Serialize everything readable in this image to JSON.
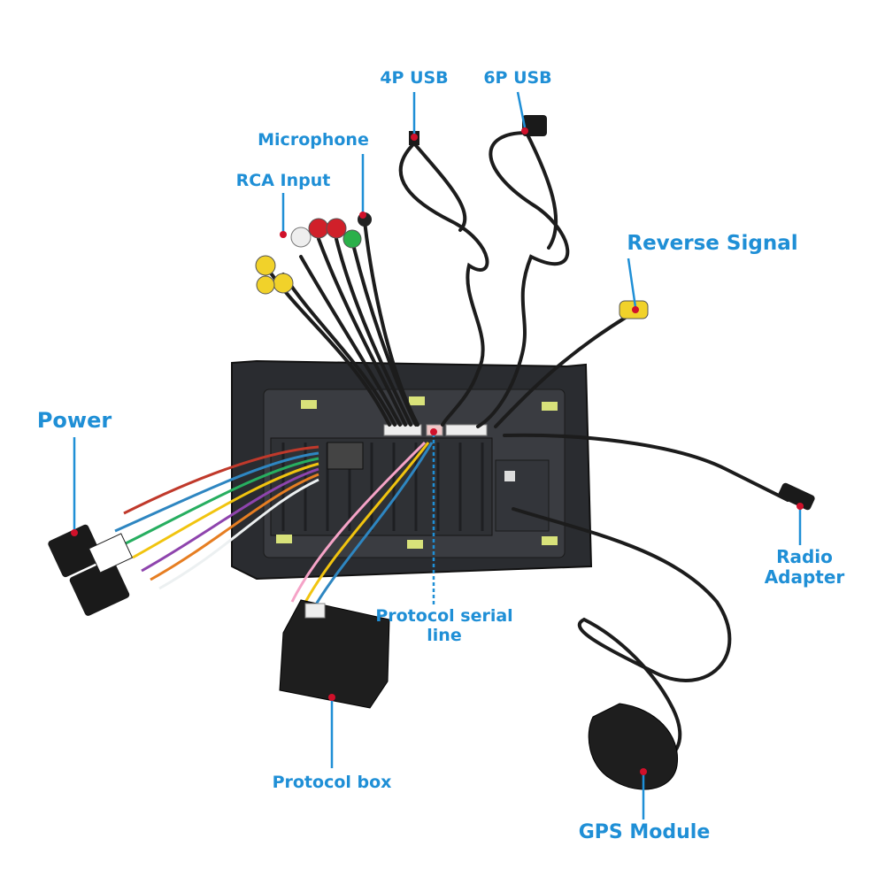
{
  "colors": {
    "label": "#1f8fd6",
    "marker": "#d0102a",
    "cable": "#1c1c1c",
    "unit": "#2a2c30"
  },
  "labels": {
    "usb4p": "4P USB",
    "usb6p": "6P USB",
    "microphone": "Microphone",
    "rca_input": "RCA Input",
    "reverse_signal": "Reverse Signal",
    "power": "Power",
    "radio_adapter_line1": "Radio",
    "radio_adapter_line2": "Adapter",
    "protocol_serial_line1": "Protocol serial",
    "protocol_serial_line2": "line",
    "protocol_box": "Protocol box",
    "gps_module": "GPS Module"
  }
}
